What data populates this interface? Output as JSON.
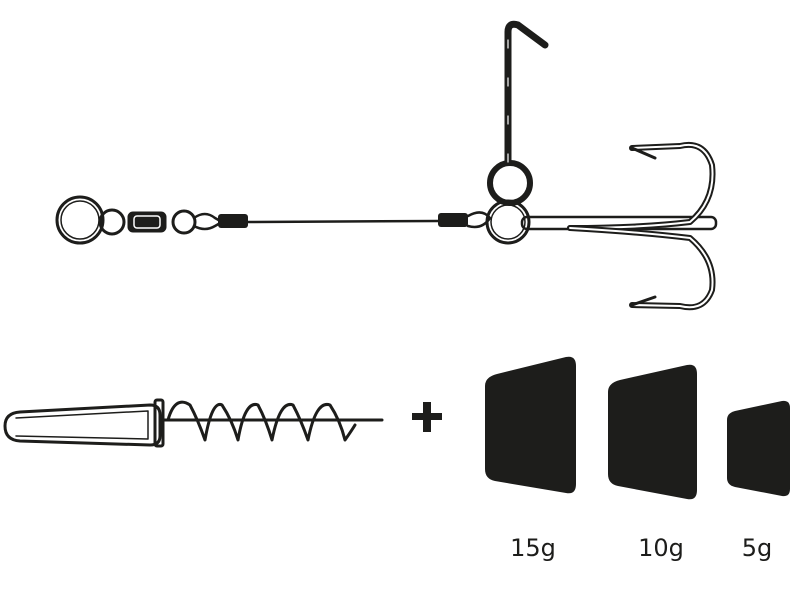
{
  "colors": {
    "ink": "#1d1d1b",
    "paper": "#ffffff"
  },
  "plus_sign": "+",
  "weights": [
    {
      "label": "15g"
    },
    {
      "label": "10g"
    },
    {
      "label": "5g"
    }
  ]
}
